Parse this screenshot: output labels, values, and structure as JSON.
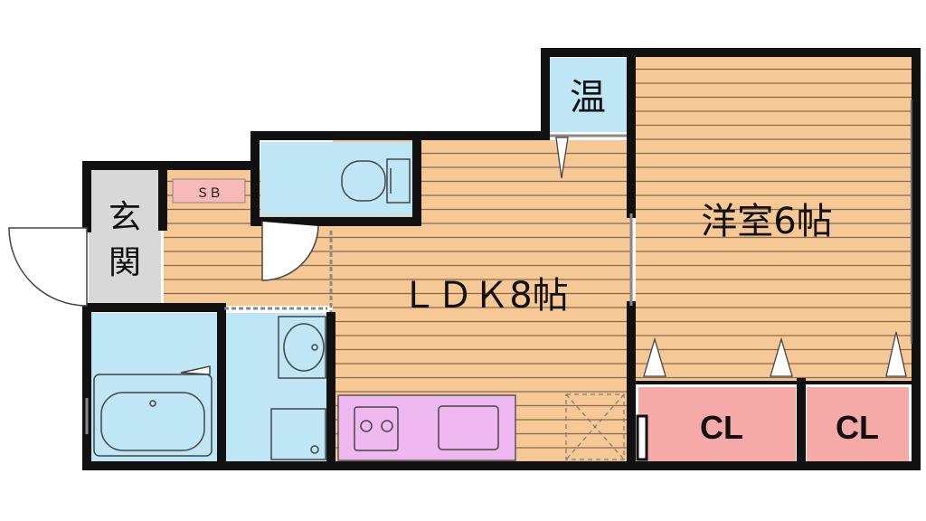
{
  "labels": {
    "entrance": "玄関",
    "shoe_box": "ＳＢ",
    "water_heater": "温",
    "ldk": "ＬＤＫ8帖",
    "western_room": "洋室6帖",
    "closet_1": "CL",
    "closet_2": "CL"
  },
  "colors": {
    "wall": "#111111",
    "floor_wood": "#f5c896",
    "floor_stripe": "#8a6a4a",
    "wet_area": "#bfe6f5",
    "kitchen": "#f0b8f0",
    "closet": "#f5aaa8",
    "shoe_box": "#f7b9b9",
    "entrance_floor": "#d8d8d8"
  }
}
